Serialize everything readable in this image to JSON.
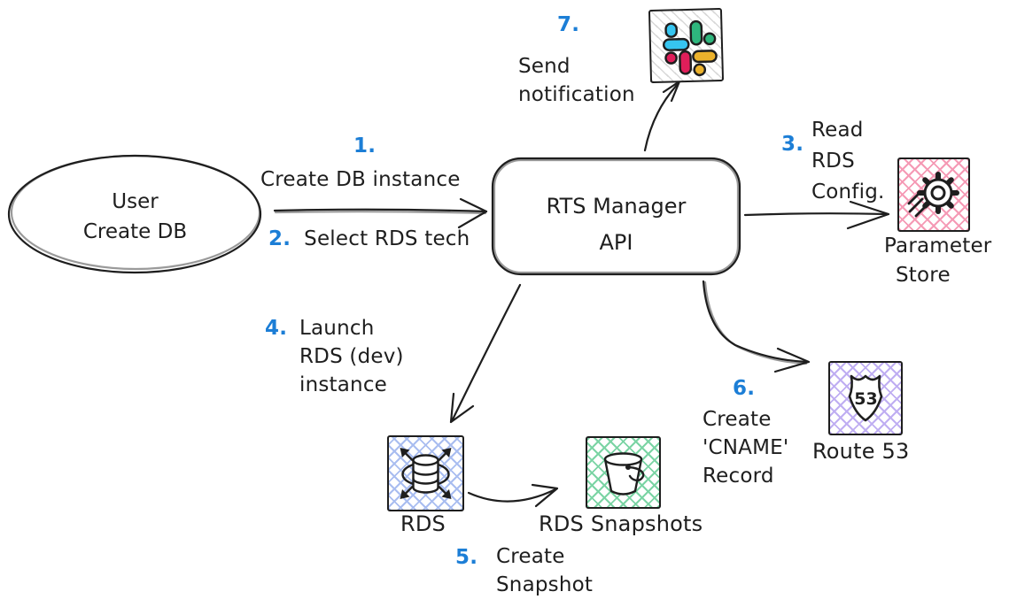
{
  "nodes": {
    "user": {
      "lines": [
        "User",
        "Create DB"
      ]
    },
    "api": {
      "lines": [
        "RTS Manager",
        "API"
      ]
    },
    "parameter_store": {
      "label_lines": [
        "Parameter",
        "Store"
      ]
    },
    "route53": {
      "label": "Route 53",
      "shield_text": "53"
    },
    "rds": {
      "label": "RDS"
    },
    "rds_snapshots": {
      "label": "RDS Snapshots"
    }
  },
  "steps": {
    "step1": {
      "num": "1.",
      "text": "Create DB instance"
    },
    "step2": {
      "num": "2.",
      "text": "Select RDS tech"
    },
    "step3": {
      "num": "3.",
      "lines": [
        "Read",
        "RDS",
        "Config."
      ]
    },
    "step4": {
      "num": "4.",
      "lines": [
        "Launch",
        "RDS (dev)",
        "instance"
      ]
    },
    "step5": {
      "num": "5.",
      "lines": [
        "Create",
        "Snapshot"
      ]
    },
    "step6": {
      "num": "6.",
      "lines": [
        "Create",
        "'CNAME'",
        "Record"
      ]
    },
    "step7": {
      "num": "7.",
      "lines": [
        "Send",
        "notification"
      ]
    }
  },
  "icons": {
    "slack": "slack-icon",
    "parameter_store": "gear-icon",
    "route53": "route-53-shield-icon",
    "rds": "rds-database-icon",
    "rds_snapshots": "bucket-icon"
  },
  "colors": {
    "ink": "#1e1e1e",
    "step_number_blue": "#1c7ed6",
    "slack_blue": "#36C5F0",
    "slack_green": "#2EB67D",
    "slack_red": "#E01E5A",
    "slack_yellow": "#ECB22C",
    "lattice_blue": "#a9bdf0",
    "lattice_green": "#7bd4a4",
    "lattice_pink": "#f59ab5",
    "lattice_purple": "#bfaef2"
  }
}
